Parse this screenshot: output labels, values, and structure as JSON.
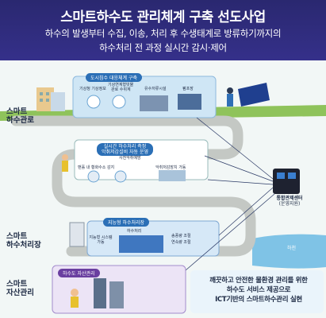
{
  "header": {
    "title": "스마트하수도 관리체계 구축 선도사업",
    "subtitle_line1": "하수의 발생부터 수집, 이송, 처리 후 수생태계로 방류하기까지의",
    "subtitle_line2": "하수처리 전 과정 실시간 감시·제어"
  },
  "side_labels": {
    "pipe": [
      "스마트",
      "하수관로"
    ],
    "plant": [
      "스마트",
      "하수처리장"
    ],
    "asset": [
      "스마트",
      "자산관리"
    ]
  },
  "stage1": {
    "title": "도시침수 대응체계 구축",
    "items": [
      "기상청 기상정보",
      "기상연계형빗물",
      "관로 수위계",
      "유수저류시설",
      "펌프장"
    ]
  },
  "stage2": {
    "title_lines": [
      "실시간 하수처리 측정",
      "악취저감설비 자동 운영"
    ],
    "items": [
      "맨홀 내 황화수소 감지",
      "사전악취예방",
      "악취저감장치 가동"
    ]
  },
  "stage3": {
    "title": "지능형 하수처리장",
    "items": [
      "하수처리",
      "지능형 시스템가동",
      "송풍량 조절",
      "연속량 조절"
    ]
  },
  "control_center": {
    "lines": [
      "통합관제센터",
      "(운영지원)"
    ]
  },
  "asset": {
    "title": "하수도 자산관리"
  },
  "river": {
    "label": "하천"
  },
  "bottom_message": {
    "lines": [
      "깨끗하고 안전한 물환경 관리를 위한",
      "하수도 서비스 제공으로",
      "ICT기반의 스마트하수관리 실현"
    ]
  },
  "colors": {
    "banner": "#2a2870",
    "pipe": "#c9cdc9",
    "panel_blue": "#2b6fb6",
    "asset_purple": "#6a3fa0",
    "river": "#7fc3e6"
  }
}
